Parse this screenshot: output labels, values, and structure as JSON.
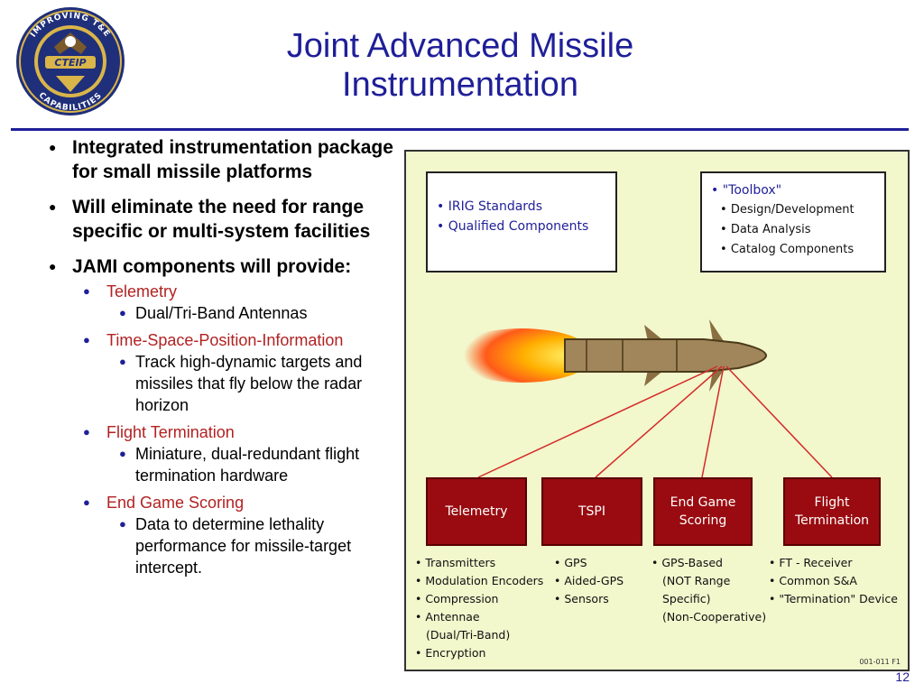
{
  "header": {
    "title_lines": [
      "Joint Advanced Missile",
      "Instrumentation"
    ],
    "logo": {
      "ring_top": "IMPROVING T&E",
      "ring_bottom": "CAPABILITIES",
      "emblem": "CTEIP"
    }
  },
  "bullets": [
    {
      "text": "Integrated instrumentation package for small missile platforms"
    },
    {
      "text": "Will eliminate the need for range specific or multi-system facilities"
    },
    {
      "text": "JAMI components will provide:"
    }
  ],
  "subbullets": [
    {
      "label": "Telemetry",
      "details": [
        "Dual/Tri-Band Antennas"
      ]
    },
    {
      "label": "Time-Space-Position-Information",
      "details": [
        "Track high-dynamic targets and missiles that fly below the radar horizon"
      ]
    },
    {
      "label": "Flight Termination",
      "details": [
        "Miniature, dual-redundant flight termination hardware"
      ]
    },
    {
      "label": "End Game Scoring",
      "details": [
        "Data to determine lethality performance for missile-target intercept."
      ]
    }
  ],
  "diagram": {
    "left_box": [
      "IRIG Standards",
      "Qualified Components"
    ],
    "right_box": {
      "title": "\"Toolbox\"",
      "items": [
        "Design/Development",
        "Data Analysis",
        "Catalog Components"
      ]
    },
    "boxes": [
      {
        "label": "Telemetry",
        "features": [
          "Transmitters",
          "Modulation Encoders",
          "Compression",
          "Antennae",
          "(Dual/Tri-Band)",
          "Encryption"
        ]
      },
      {
        "label": "TSPI",
        "features": [
          "GPS",
          "Aided-GPS",
          "Sensors"
        ]
      },
      {
        "label": "End Game Scoring",
        "features": [
          "GPS-Based",
          "(NOT Range",
          "Specific)",
          "(Non-Cooperative)"
        ]
      },
      {
        "label": "Flight Termination",
        "features": [
          "FT - Receiver",
          "Common S&A",
          "\"Termination\" Device"
        ]
      }
    ],
    "code": "001-011 F1",
    "colors": {
      "background": "#f2f7cc",
      "box_red": "#990b10",
      "line_red": "#d42a2a",
      "missile": "#a0865a"
    }
  },
  "page_number": "12",
  "colors": {
    "title": "#1f1f99",
    "rule": "#1f1f99",
    "sub_label": "#b22222"
  }
}
